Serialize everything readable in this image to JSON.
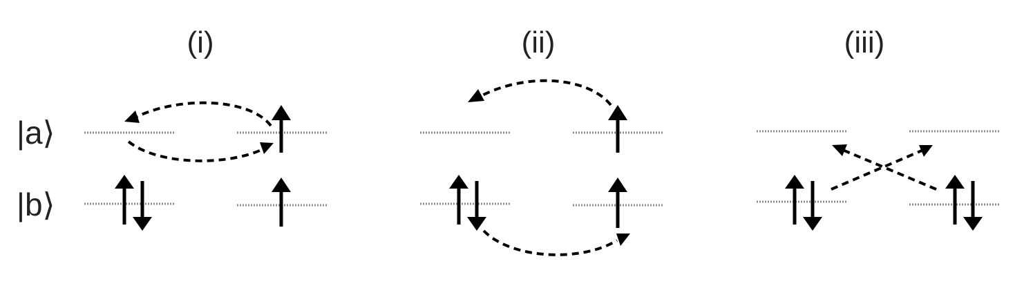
{
  "panels": [
    {
      "label": "(i)"
    },
    {
      "label": "(ii)"
    },
    {
      "label": "(iii)"
    }
  ],
  "states": {
    "a": "|a⟩",
    "b": "|b⟩"
  },
  "colors": {
    "level": "#8a8a8a",
    "arrow": "#000000",
    "text": "#222222"
  },
  "icons": {
    "spin_up": "up-arrow",
    "spin_down": "down-arrow",
    "hopping": "dashed-curved-arrow"
  }
}
